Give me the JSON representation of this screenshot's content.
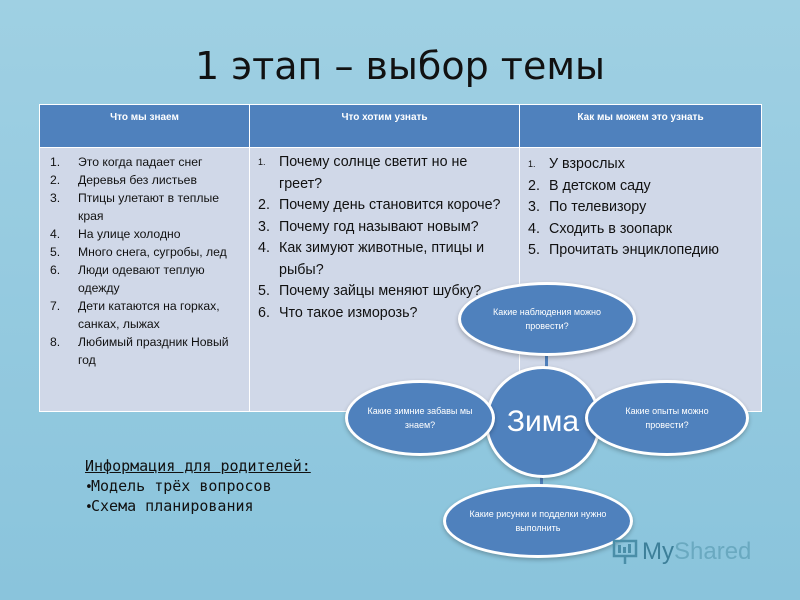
{
  "title": "1 этап – выбор темы",
  "table": {
    "headers": [
      "Что мы знаем",
      "Что хотим узнать",
      "Как мы можем это узнать"
    ],
    "col1": [
      {
        "n": "1.",
        "text": "Это когда падает снег"
      },
      {
        "n": "2.",
        "text": "Деревья без листьев"
      },
      {
        "n": "3.",
        "text": "Птицы улетают в теплые края"
      },
      {
        "n": "4.",
        "text": "На улице холодно"
      },
      {
        "n": "5.",
        "text": "Много снега, сугробы, лед"
      },
      {
        "n": "6.",
        "text": "Люди одевают теплую одежду"
      },
      {
        "n": "7.",
        "text": "Дети катаются на горках, санках, лыжах"
      },
      {
        "n": "8.",
        "text": "Любимый праздник Новый год"
      }
    ],
    "col2": [
      {
        "n": "1.",
        "text": "Почему солнце светит но не греет?"
      },
      {
        "n": "2.",
        "text": "Почему день становится короче?"
      },
      {
        "n": "3.",
        "text": "Почему год называют новым?"
      },
      {
        "n": "4.",
        "text": "Как зимуют животные, птицы и рыбы?"
      },
      {
        "n": "5.",
        "text": "Почему зайцы меняют шубку?"
      },
      {
        "n": "6.",
        "text": "Что такое изморозь?"
      }
    ],
    "col3": [
      {
        "n": "1.",
        "text": "У взрослых"
      },
      {
        "n": "2.",
        "text": "В детском саду"
      },
      {
        "n": "3.",
        "text": "По телевизору"
      },
      {
        "n": "4.",
        "text": "Сходить в зоопарк"
      },
      {
        "n": "5.",
        "text": "Прочитать энциклопедию"
      }
    ]
  },
  "diagram": {
    "center": "Зима",
    "top": "Какие наблюдения можно провести?",
    "left": "Какие зимние забавы мы знаем?",
    "right": "Какие опыты можно провести?",
    "bottom": "Какие рисунки и подделки нужно выполнить"
  },
  "info": {
    "heading": "Информация для родителей:",
    "items": [
      "Модель трёх вопросов",
      "Схема планирования"
    ]
  },
  "logo": {
    "part1": "My",
    "part2": "Shared"
  }
}
